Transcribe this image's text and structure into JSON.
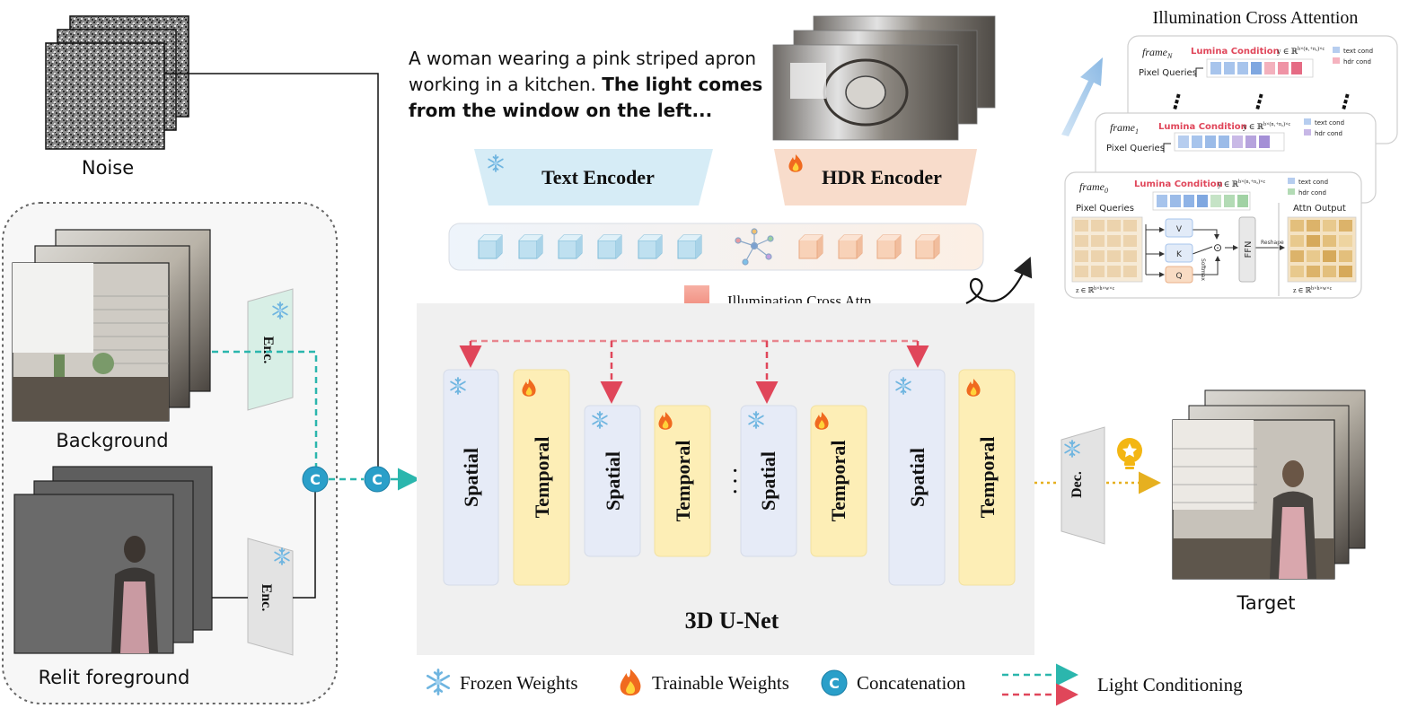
{
  "inputs": {
    "noise_label": "Noise",
    "background_label": "Background",
    "foreground_label": "Relit foreground",
    "target_label": "Target"
  },
  "prompt": {
    "line1": "A woman wearing a pink striped apron",
    "line2_regular": "working in a kitchen. ",
    "line2_bold": "The light comes",
    "line3_bold": "from the window on the left..."
  },
  "encoders": {
    "text_encoder": "Text Encoder",
    "hdr_encoder": "HDR Encoder",
    "enc_label": "Enc.",
    "dec_label": "Dec.",
    "concat_symbol": "C"
  },
  "unet": {
    "title": "3D U-Net",
    "cross_attn_label": "Illumination Cross Attn.",
    "blocks": [
      "Spatial",
      "Temporal",
      "Spatial",
      "Temporal",
      "Spatial",
      "Temporal",
      "Spatial",
      "Temporal"
    ],
    "ellipsis": "· · ·"
  },
  "attention_panel": {
    "title": "Illumination Cross Attention",
    "frame_n": "frame",
    "frame_n_sub": "N",
    "frame_1": "frame",
    "frame_1_sub": "1",
    "frame_0": "frame",
    "frame_0_sub": "0",
    "lumina": "Lumina Condition",
    "y_shape": "y ∈ ℝ",
    "y_sup": "b×(n₁+n₂)×c",
    "pixel_queries": "Pixel Queries",
    "text_cond": "text cond",
    "hdr_cond": "hdr cond",
    "attn_output": "Attn Output",
    "v": "V",
    "k": "K",
    "q": "Q",
    "softmax": "Softmax",
    "ffn": "FFN",
    "reshape": "Reshape",
    "z_shape": "z ∈ ℝ",
    "z_sup": "b×h×w×c",
    "dot": "⊙",
    "vdots": "⋮"
  },
  "legend": {
    "frozen": "Frozen Weights",
    "trainable": "Trainable Weights",
    "concat": "Concatenation",
    "light": "Light Conditioning"
  },
  "colors": {
    "teal": "#2bb6ad",
    "red": "#e0465a",
    "spatial_fill": "#e6ebf7",
    "temporal_fill": "#fdeeb6",
    "text_enc_fill": "#d6ecf6",
    "hdr_enc_fill": "#f8dccb",
    "enc_fill": "#d8efe6",
    "gold": "#e6b020"
  }
}
